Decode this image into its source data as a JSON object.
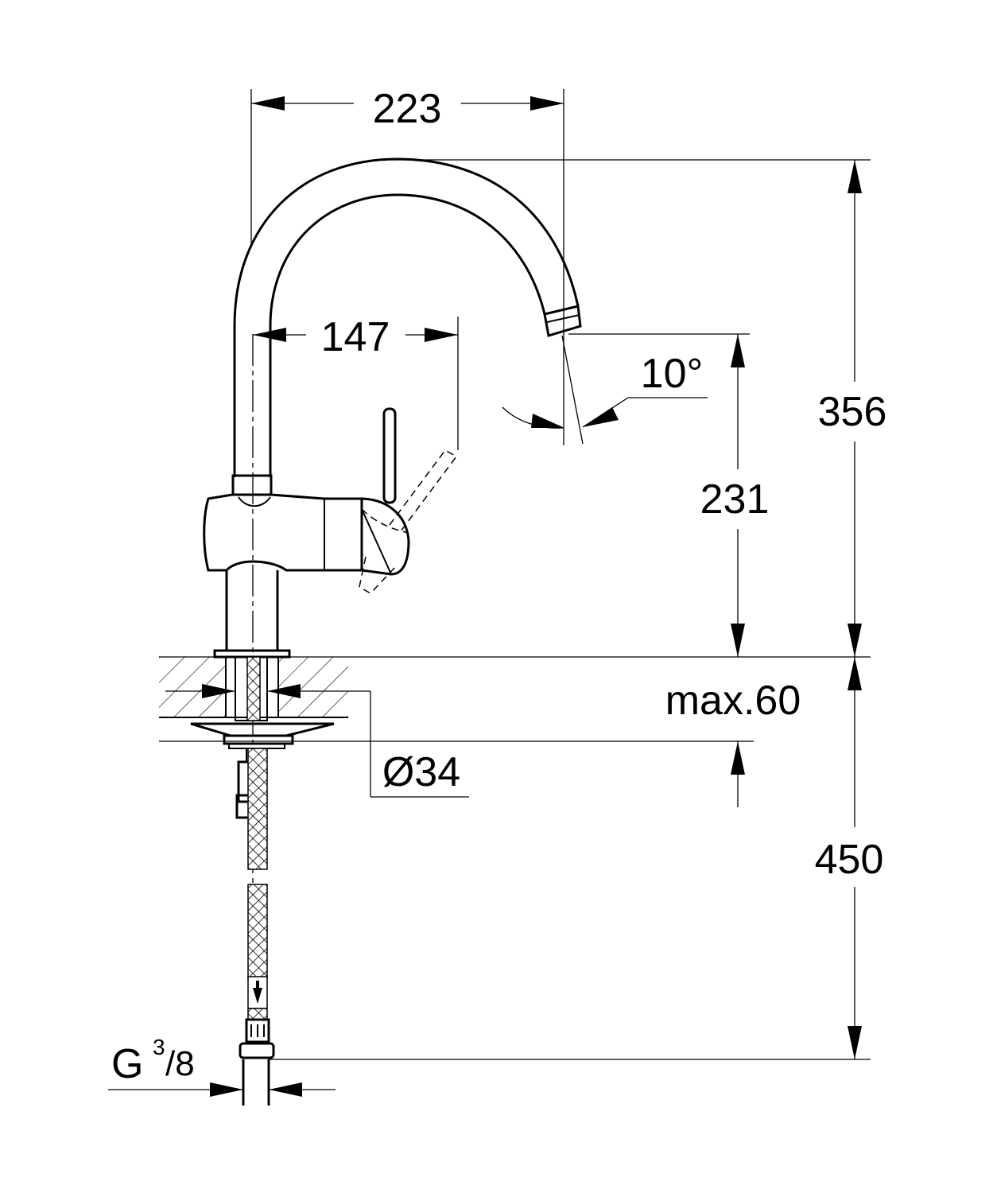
{
  "dimensions": {
    "d223": "223",
    "d147": "147",
    "d10": "10°",
    "d231": "231",
    "d356": "356",
    "max60": "max.60",
    "d34": "Ø34",
    "d450": "450",
    "thread_g": "G",
    "thread_num": "3",
    "thread_den": "/8"
  },
  "colors": {
    "ink": "#000000",
    "paper": "#ffffff"
  }
}
